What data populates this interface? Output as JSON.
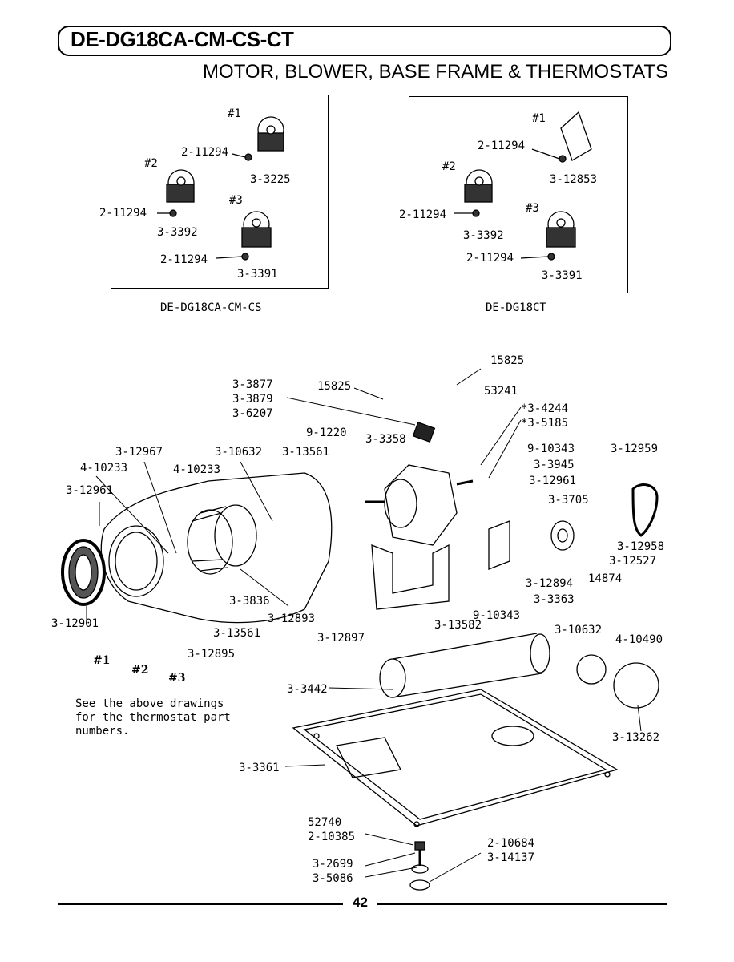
{
  "header": {
    "model": "DE-DG18CA-CM-CS-CT",
    "section": "MOTOR, BLOWER, BASE FRAME & THERMOSTATS"
  },
  "insets": {
    "left": {
      "caption": "DE-DG18CA-CM-CS",
      "labels": [
        "#1",
        "2-11294",
        "#2",
        "3-3225",
        "#3",
        "2-11294",
        "3-3392",
        "2-11294",
        "3-3391"
      ]
    },
    "right": {
      "caption": "DE-DG18CT",
      "labels": [
        "#1",
        "2-11294",
        "#2",
        "3-12853",
        "#3",
        "2-11294",
        "3-3392",
        "2-11294",
        "3-3391"
      ]
    }
  },
  "main_labels": {
    "l15825a": "15825",
    "l15825b": "15825",
    "l53241": "53241",
    "l3877": "3-3877",
    "l3879": "3-3879",
    "l6207": "3-6207",
    "l4244": "*3-4244",
    "l5185": "*3-5185",
    "l1220": "9-1220",
    "l3358": "3-3358",
    "l10343a": "9-10343",
    "l12959": "3-12959",
    "l12967": "3-12967",
    "l10632a": "3-10632",
    "l13561a": "3-13561",
    "l3945": "3-3945",
    "l10233a": "4-10233",
    "l10233b": "4-10233",
    "l12961a": "3-12961",
    "l12961b": "3-12961",
    "l3705": "3-3705",
    "l12958": "3-12958",
    "l12527": "3-12527",
    "l12894": "3-12894",
    "l14874": "14874",
    "l3363": "3-3363",
    "l3836": "3-3836",
    "l10343b": "9-10343",
    "l12901": "3-12901",
    "l12893": "3-12893",
    "l13582": "3-13582",
    "l10632b": "3-10632",
    "l10490": "4-10490",
    "l13561b": "3-13561",
    "l12897": "3-12897",
    "l12895": "3-12895",
    "t1": "#1",
    "t2": "#2",
    "t3": "#3",
    "l3442": "3-3442",
    "l13262": "3-13262",
    "l3361": "3-3361",
    "l52740": "52740",
    "l10385": "2-10385",
    "l10684": "2-10684",
    "l14137": "3-14137",
    "l2699": "3-2699",
    "l5086": "3-5086"
  },
  "note": [
    "See the above drawings",
    "for the thermostat part",
    "numbers."
  ],
  "footer": {
    "page": "42"
  }
}
